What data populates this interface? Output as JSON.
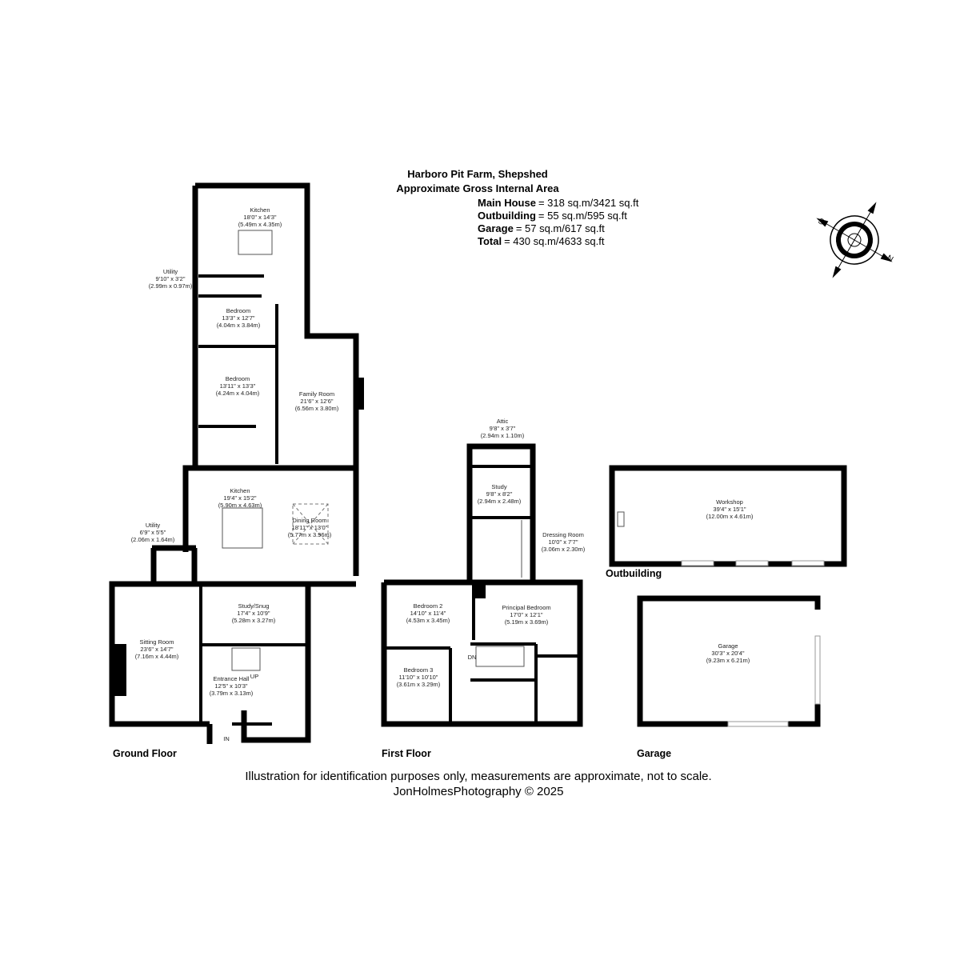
{
  "header": {
    "title": "Harboro Pit Farm, Shepshed",
    "subtitle": "Approximate Gross Internal Area",
    "areas": [
      {
        "label": "Main House",
        "value": "= 318 sq.m/3421 sq.ft"
      },
      {
        "label": "Outbuilding",
        "value": "= 55 sq.m/595 sq.ft"
      },
      {
        "label": "Garage",
        "value": "= 57 sq.m/617 sq.ft"
      },
      {
        "label": "Total",
        "value": "= 430 sq.m/4633 sq.ft"
      }
    ]
  },
  "compass": {
    "n": "N",
    "s": "S"
  },
  "ground_floor": {
    "label": "Ground Floor",
    "rooms": [
      {
        "name": "Kitchen",
        "imp": "18'0\" x 14'3\"",
        "met": "(5.49m x 4.35m)"
      },
      {
        "name": "Utility",
        "imp": "9'10\" x 3'2\"",
        "met": "(2.99m x 0.97m)"
      },
      {
        "name": "Bedroom",
        "imp": "13'3\" x 12'7\"",
        "met": "(4.04m x 3.84m)"
      },
      {
        "name": "Bedroom",
        "imp": "13'11\" x 13'3\"",
        "met": "(4.24m x 4.04m)"
      },
      {
        "name": "Family Room",
        "imp": "21'6\" x 12'6\"",
        "met": "(6.56m x 3.80m)"
      },
      {
        "name": "Kitchen",
        "imp": "19'4\" x 15'2\"",
        "met": "(5.90m x 4.63m)"
      },
      {
        "name": "Dining Room",
        "imp": "18'11\" x 13'0\"",
        "met": "(5.77m x 3.96m)"
      },
      {
        "name": "Utility",
        "imp": "6'9\" x 5'5\"",
        "met": "(2.06m x 1.64m)"
      },
      {
        "name": "Study/Snug",
        "imp": "17'4\" x 10'9\"",
        "met": "(5.28m x 3.27m)"
      },
      {
        "name": "Sitting Room",
        "imp": "23'6\" x 14'7\"",
        "met": "(7.16m x 4.44m)"
      },
      {
        "name": "Entrance Hall",
        "imp": "12'5\" x 10'3\"",
        "met": "(3.79m x 3.13m)"
      }
    ],
    "up": "UP",
    "in": "IN"
  },
  "first_floor": {
    "label": "First Floor",
    "rooms": [
      {
        "name": "Attic",
        "imp": "9'8\" x 3'7\"",
        "met": "(2.94m x 1.10m)"
      },
      {
        "name": "Study",
        "imp": "9'8\" x 8'2\"",
        "met": "(2.94m x 2.48m)"
      },
      {
        "name": "Dressing Room",
        "imp": "10'0\" x 7'7\"",
        "met": "(3.06m x 2.30m)"
      },
      {
        "name": "Bedroom 2",
        "imp": "14'10\" x 11'4\"",
        "met": "(4.53m x 3.45m)"
      },
      {
        "name": "Principal Bedroom",
        "imp": "17'0\" x 12'1\"",
        "met": "(5.19m x 3.69m)"
      },
      {
        "name": "Bedroom 3",
        "imp": "11'10\" x 10'10\"",
        "met": "(3.61m x 3.29m)"
      }
    ],
    "dn": "DN"
  },
  "outbuilding": {
    "label": "Outbuilding",
    "rooms": [
      {
        "name": "Workshop",
        "imp": "39'4\" x 15'1\"",
        "met": "(12.00m x 4.61m)"
      }
    ]
  },
  "garage": {
    "label": "Garage",
    "rooms": [
      {
        "name": "Garage",
        "imp": "30'3\" x 20'4\"",
        "met": "(9.23m x 6.21m)"
      }
    ]
  },
  "footer": {
    "disclaimer": "Illustration for identification purposes only, measurements are approximate, not to scale.",
    "credit": "JonHolmesPhotography © 2025"
  }
}
